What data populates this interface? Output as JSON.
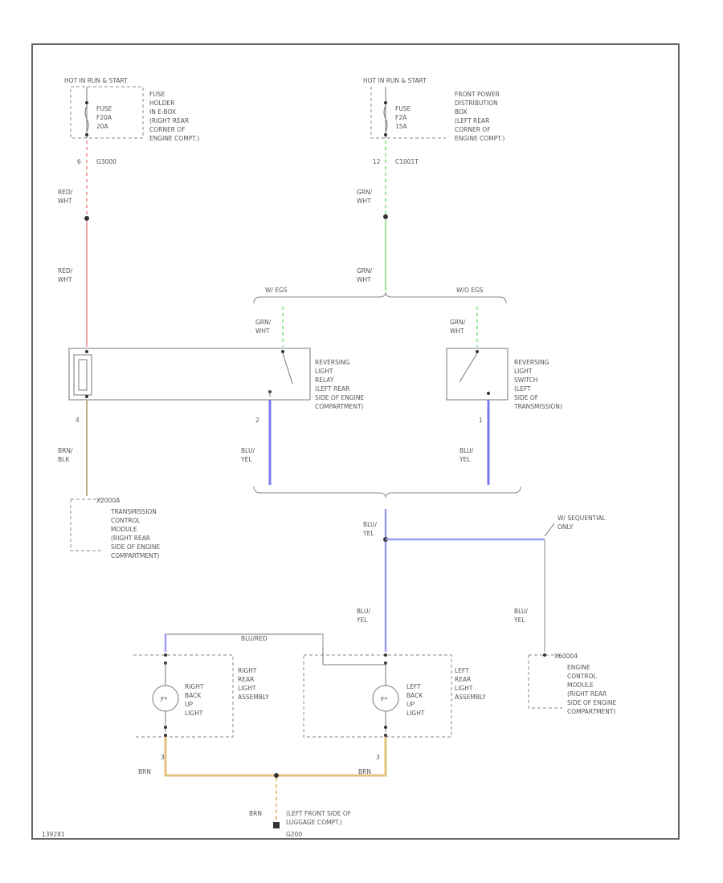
{
  "diagram": {
    "fuse_left": {
      "header": "HOT IN RUN & START",
      "fuse": [
        "FUSE",
        "F20A",
        "20A"
      ],
      "location": [
        "FUSE",
        "HOLDER",
        "IN E-BOX",
        "(RIGHT REAR",
        "CORNER OF",
        "ENGINE COMPT.)"
      ],
      "pin": "6",
      "connector": "G3000"
    },
    "fuse_right": {
      "header": "HOT IN RUN & START",
      "fuse": [
        "FUSE",
        "F2A",
        "15A"
      ],
      "location": [
        "FRONT POWER",
        "DISTRIBUTION",
        "BOX",
        "(LEFT REAR",
        "CORNER OF",
        "ENGINE COMPT.)"
      ],
      "pin": "12",
      "connector": "C1001T"
    },
    "wires": {
      "red_wht_1": [
        "RED/",
        "WHT"
      ],
      "red_wht_2": [
        "RED/",
        "WHT"
      ],
      "grn_wht_1": [
        "GRN/",
        "WHT"
      ],
      "grn_wht_2": [
        "GRN/",
        "WHT"
      ],
      "grn_wht_3": [
        "GRN/",
        "WHT"
      ],
      "grn_wht_4": [
        "GRN/",
        "WHT"
      ],
      "brn_blk": [
        "BRN/",
        "BLK"
      ],
      "blu_yel_1": [
        "BLU/",
        "YEL"
      ],
      "blu_yel_2": [
        "BLU/",
        "YEL"
      ],
      "blu_yel_3": [
        "BLU/",
        "YEL"
      ],
      "blu_yel_4": [
        "BLU/",
        "YEL"
      ],
      "blu_yel_5": [
        "BLU/",
        "YEL"
      ],
      "blu_red": "BLU/RED",
      "brn_1": "BRN",
      "brn_2": "BRN",
      "brn_3": "BRN"
    },
    "variant_left": "W/ EGS",
    "variant_right": "W/O EGS",
    "relay": {
      "label": [
        "REVERSING",
        "LIGHT",
        "RELAY",
        "(LEFT REAR",
        "SIDE OF ENGINE",
        "COMPARTMENT)"
      ],
      "pin_left": "4",
      "pin_right": "2"
    },
    "switch": {
      "label": [
        "REVERSING",
        "LIGHT",
        "SWITCH",
        "(LEFT",
        "SIDE OF",
        "TRANSMISSION)"
      ],
      "pin": "1"
    },
    "tcm": {
      "connector": "X2000A",
      "label": [
        "TRANSMISSION",
        "CONTROL",
        "MODULE",
        "(RIGHT REAR",
        "SIDE OF ENGINE",
        "COMPARTMENT)"
      ]
    },
    "ecm": {
      "connector": "X60004",
      "label": [
        "ENGINE",
        "CONTROL",
        "MODULE",
        "(RIGHT REAR",
        "SIDE OF ENGINE",
        "COMPARTMENT)"
      ],
      "note": [
        "W/ SEQUENTIAL",
        "ONLY"
      ]
    },
    "right_light": {
      "lamp": [
        "RIGHT",
        "BACK",
        "UP",
        "LIGHT"
      ],
      "assembly": [
        "RIGHT",
        "REAR",
        "LIGHT",
        "ASSEMBLY"
      ],
      "pin": "3"
    },
    "left_light": {
      "lamp": [
        "LEFT",
        "BACK",
        "UP",
        "LIGHT"
      ],
      "assembly": [
        "LEFT",
        "REAR",
        "LIGHT",
        "ASSEMBLY"
      ],
      "pin": "3"
    },
    "ground": {
      "label": [
        "(LEFT FRONT SIDE OF",
        "LUGGAGE COMPT.)"
      ],
      "id": "G200"
    },
    "figure_id": "139281"
  }
}
